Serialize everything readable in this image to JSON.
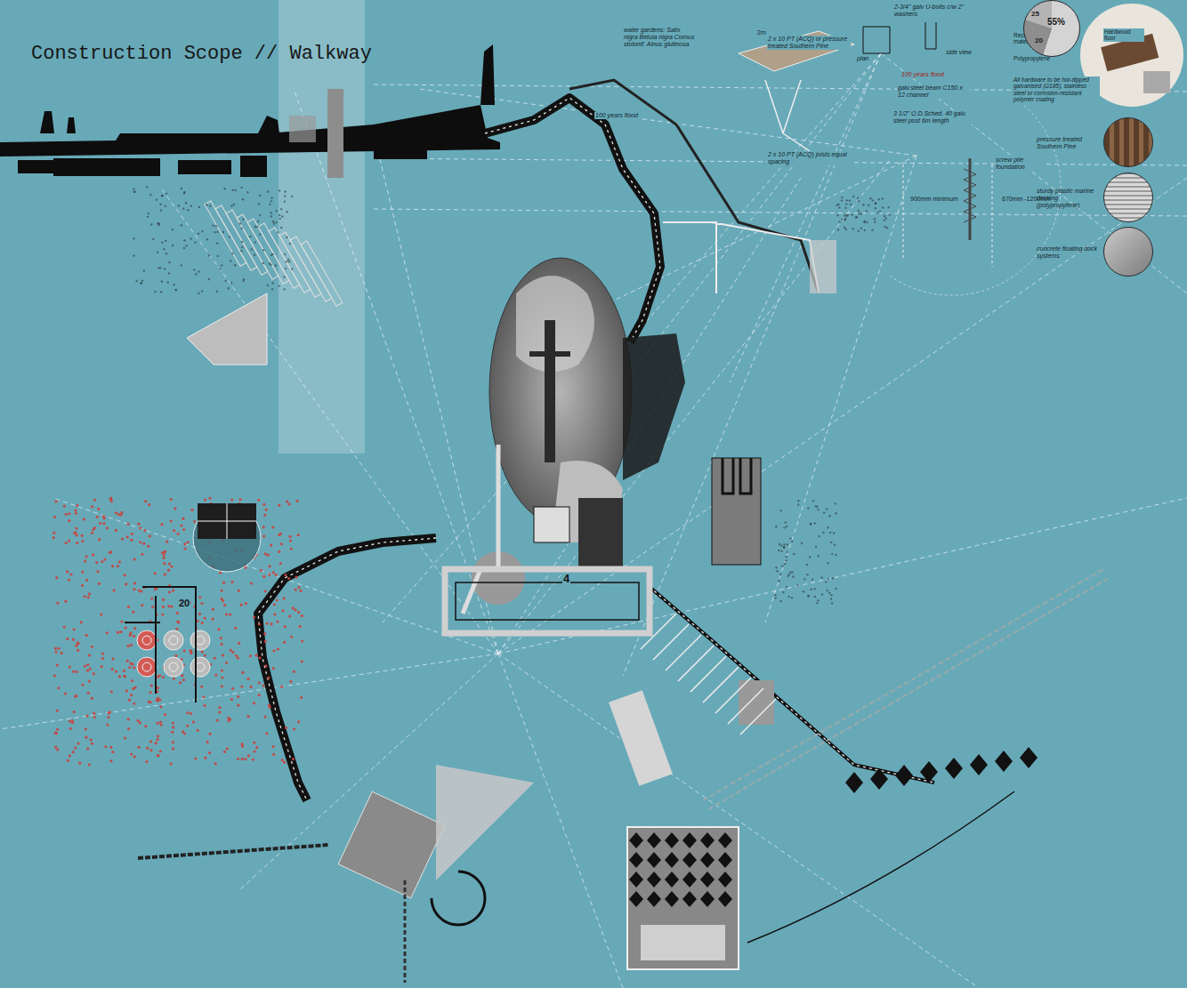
{
  "diagram": {
    "title": "Construction Scope // Walkway",
    "nodes": [
      {
        "text": [
          "55%",
          "25",
          "20"
        ]
      },
      {
        "text": [
          "pressure treated Southern Pine"
        ]
      },
      {
        "text": [
          "sturdy plastic marine decking (polypropylene)"
        ]
      },
      {
        "text": [
          "concrete floating dock systems"
        ]
      }
    ],
    "labels": [
      "water gardens: Salix nigra Betula nigra Cornus stolonif. Alnus glutinosa",
      "2m",
      "2 x 10 PT (ACQ) or pressure treated Southern Pine",
      "2-3/4\" galv U-bolts c/w 2\" washers",
      "plan",
      "side view",
      "100 years flood",
      "galv.steel beam C150 x 12 channel",
      "3 1/2\" O.D.Sched. 40 galv. steel post 6m length",
      "100 years flood",
      "2 x 10 PT (ACQ) joists equal spacing",
      "screw pile foundation",
      "900mm minimum",
      "670mm -1200mm",
      "Reclaimed materials",
      "Hardwood floor",
      "Polypropylene",
      "All hardware to be hot-dipped galvanised (G185), stainless steel or corrosion-resistant polymer coating",
      "4",
      "20"
    ]
  }
}
